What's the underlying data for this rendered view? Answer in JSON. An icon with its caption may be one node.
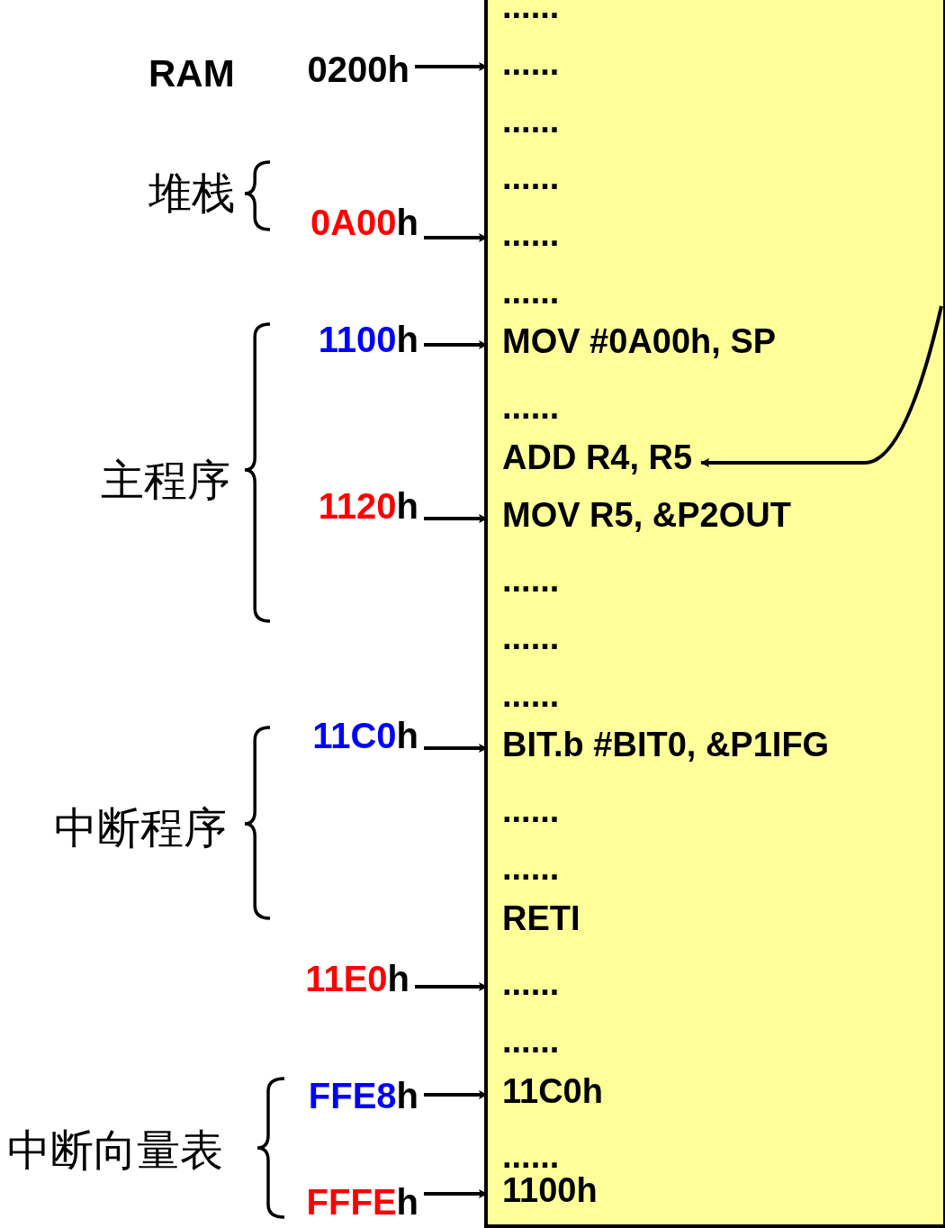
{
  "diagram": {
    "nodes": [
      {
        "text": [],
        "shape": "box"
      },
      {
        "text": [
          "......"
        ],
        "in": 0
      },
      {
        "text": [
          "......"
        ],
        "in": 0
      },
      {
        "text": [
          "......"
        ],
        "in": 0
      },
      {
        "text": [
          "......"
        ],
        "in": 0
      },
      {
        "text": [
          "......"
        ],
        "in": 0
      },
      {
        "text": [
          "......"
        ],
        "in": 0
      },
      {
        "text": [
          "MOV #0A00h, SP"
        ],
        "in": 0
      },
      {
        "text": [
          "......"
        ],
        "in": 0
      },
      {
        "text": [
          "ADD R4, R5"
        ],
        "in": 0
      },
      {
        "text": [
          "MOV R5, &P2OUT"
        ],
        "in": 0
      },
      {
        "text": [
          "......"
        ],
        "in": 0
      },
      {
        "text": [
          "......"
        ],
        "in": 0
      },
      {
        "text": [
          "......"
        ],
        "in": 0
      },
      {
        "text": [
          "BIT.b #BIT0, &P1IFG"
        ],
        "in": 0
      },
      {
        "text": [
          "......"
        ],
        "in": 0
      },
      {
        "text": [
          "......"
        ],
        "in": 0
      },
      {
        "text": [
          "RETI"
        ],
        "in": 0
      },
      {
        "text": [
          "......"
        ],
        "in": 0
      },
      {
        "text": [
          "......"
        ],
        "in": 0
      },
      {
        "text": [
          "11C0h"
        ],
        "in": 0
      },
      {
        "text": [
          "......"
        ],
        "in": 0
      },
      {
        "text": [
          "1100h"
        ],
        "in": 0
      },
      {
        "text": [
          "0200h"
        ]
      },
      {
        "text": [
          "0A00h"
        ]
      },
      {
        "text": [
          "1100h"
        ]
      },
      {
        "text": [
          "1120h"
        ]
      },
      {
        "text": [
          "11C0h"
        ]
      },
      {
        "text": [
          "11E0h"
        ]
      },
      {
        "text": [
          "FFE8h"
        ]
      },
      {
        "text": [
          "FFFEh"
        ]
      }
    ],
    "edges": [
      {
        "from": 23,
        "to": 2,
        "arrow": "to"
      },
      {
        "from": 24,
        "to": 5,
        "arrow": "to"
      },
      {
        "from": 25,
        "to": 7,
        "arrow": "to"
      },
      {
        "from": 26,
        "to": 10,
        "arrow": "to"
      },
      {
        "from": 27,
        "to": 14,
        "arrow": "to"
      },
      {
        "from": 28,
        "to": 18,
        "arrow": "to"
      },
      {
        "from": 29,
        "to": 20,
        "arrow": "to"
      },
      {
        "from": 30,
        "to": 22,
        "arrow": "to"
      },
      {
        "from": null,
        "to": 9,
        "arrow": "to"
      }
    ],
    "labels": [
      "RAM",
      "堆栈",
      "主程序",
      "中断程序",
      "中断向量表"
    ]
  }
}
